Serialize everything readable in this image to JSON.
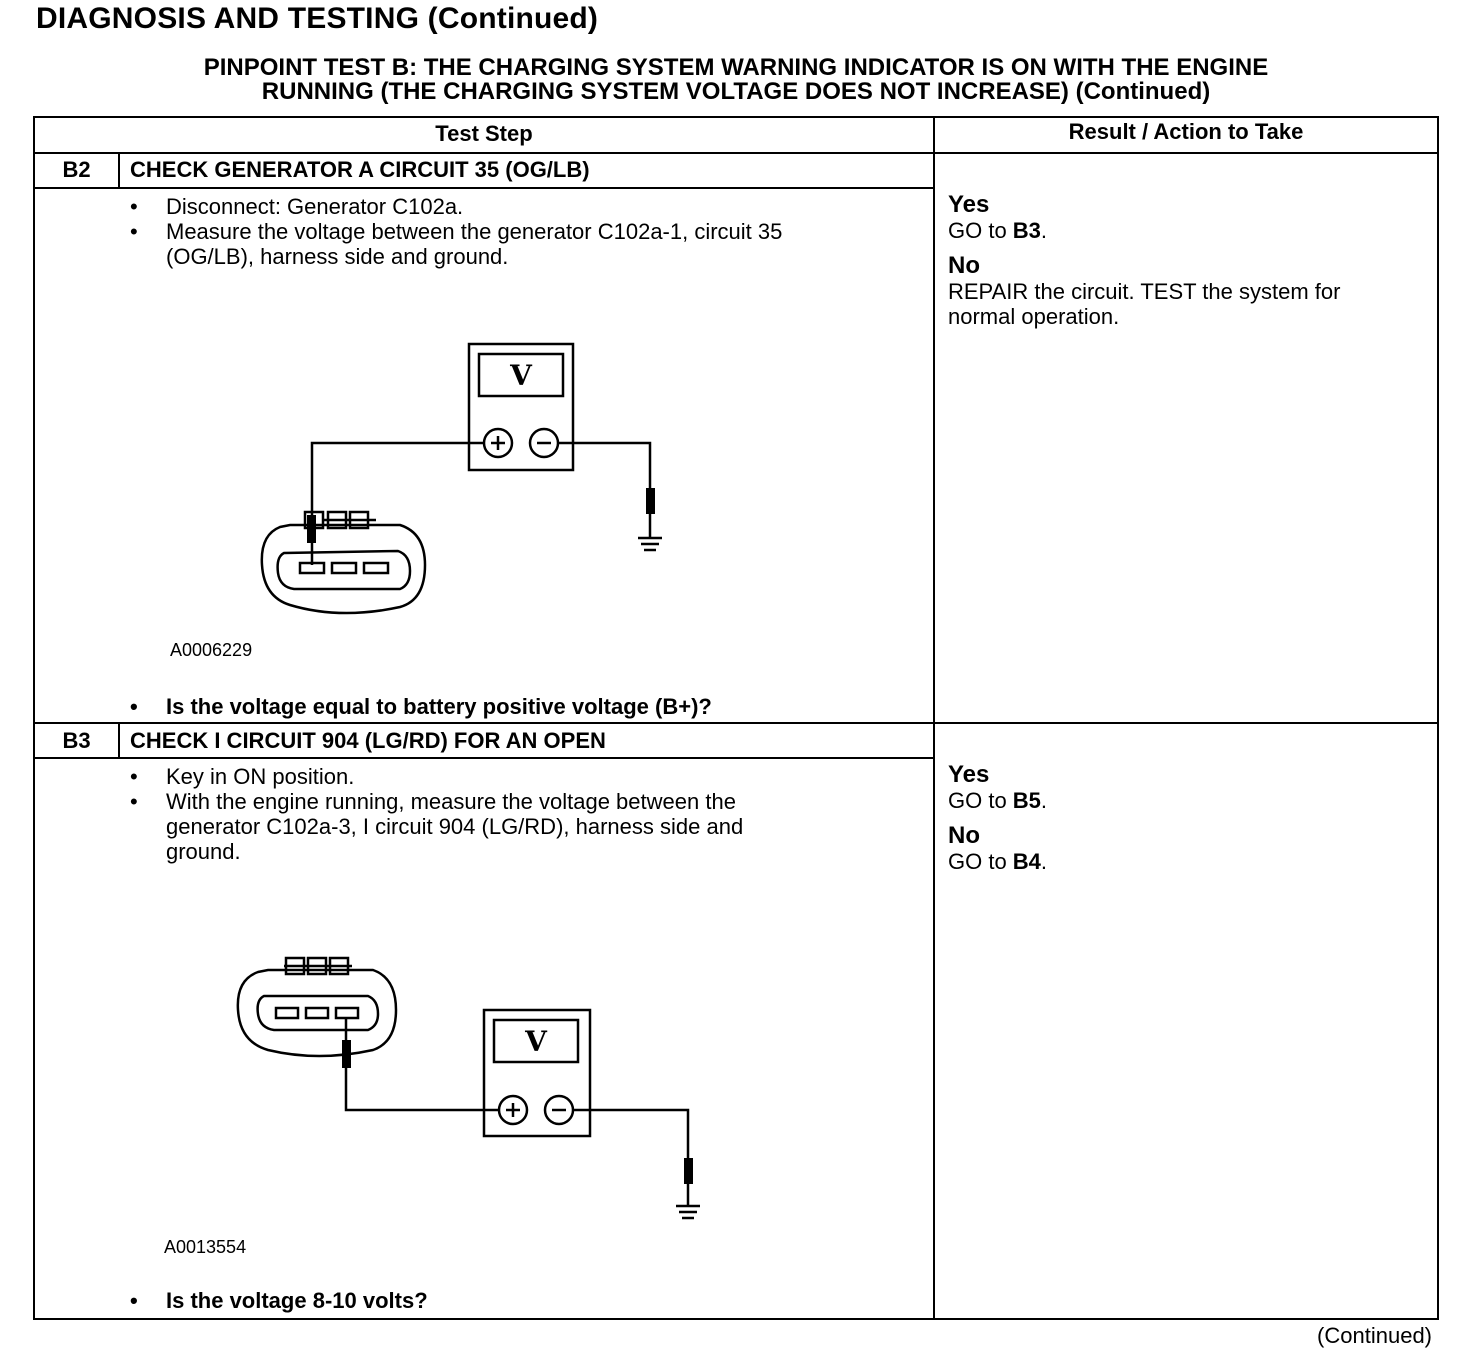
{
  "header": {
    "page_title": "DIAGNOSIS AND TESTING (Continued)",
    "test_title_line1": "PINPOINT TEST  B: THE CHARGING SYSTEM WARNING INDICATOR IS ON WITH THE ENGINE",
    "test_title_line2": "RUNNING (THE CHARGING SYSTEM VOLTAGE DOES NOT INCREASE) (Continued)"
  },
  "table": {
    "col_test_step": "Test Step",
    "col_result": "Result / Action to Take",
    "steps": [
      {
        "id": "B2",
        "title": "CHECK GENERATOR A CIRCUIT 35 (OG/LB)",
        "bullets": [
          "Disconnect: Generator C102a.",
          "Measure the voltage between the generator C102a-1, circuit 35",
          "(OG/LB), harness side and ground."
        ],
        "figure_id": "A0006229",
        "question": "Is the voltage equal to battery positive voltage (B+)?",
        "meter_label": "V",
        "results": {
          "yes_label": "Yes",
          "yes_prefix": "GO to ",
          "yes_target": "B3",
          "yes_suffix": ".",
          "no_label": "No",
          "no_line1": "REPAIR the circuit. TEST the system for",
          "no_line2": "normal operation."
        }
      },
      {
        "id": "B3",
        "title": "CHECK I CIRCUIT 904 (LG/RD) FOR AN OPEN",
        "bullets": [
          "Key in ON position.",
          "With the engine running, measure the voltage between the",
          "generator C102a-3, I circuit 904 (LG/RD), harness side and",
          "ground."
        ],
        "figure_id": "A0013554",
        "question": "Is the voltage 8-10 volts?",
        "meter_label": "V",
        "results": {
          "yes_label": "Yes",
          "yes_prefix": "GO to ",
          "yes_target": "B5",
          "yes_suffix": ".",
          "no_label": "No",
          "no_prefix": "GO to ",
          "no_target": "B4",
          "no_suffix": "."
        }
      }
    ]
  },
  "footer": {
    "continued": "(Continued)"
  }
}
